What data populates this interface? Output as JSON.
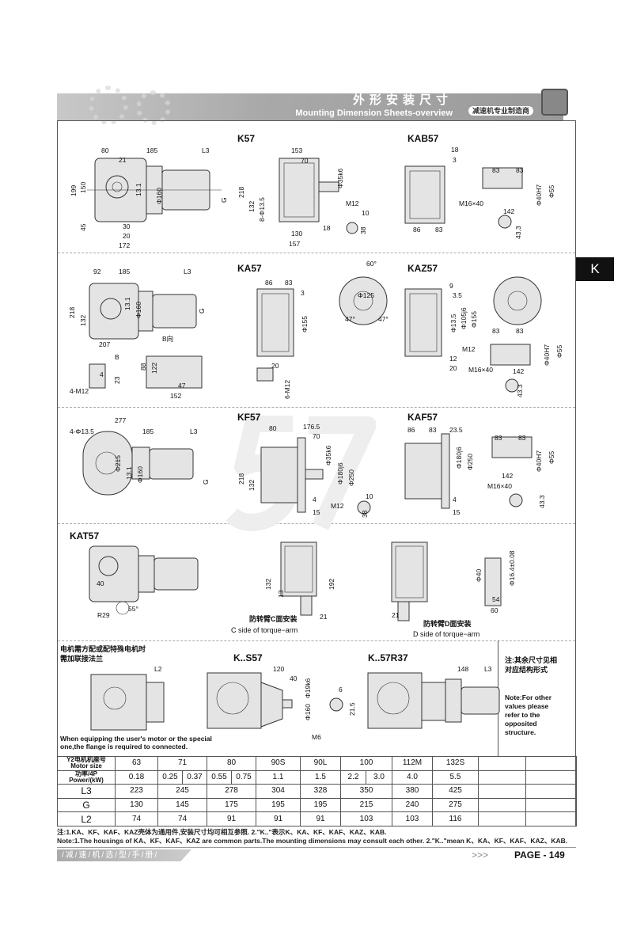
{
  "header": {
    "title_cn": "外形安装尺寸",
    "title_en": "Mounting Dimension Sheets-overview",
    "badge": "减速机专业制造商"
  },
  "side_tab": "K",
  "watermark": "57",
  "sections": {
    "k57": {
      "title": "K57",
      "dims": [
        "80",
        "21",
        "185",
        "L3",
        "199",
        "150",
        "45",
        "30",
        "20",
        "172",
        "13.1",
        "Φ160",
        "G",
        "153",
        "70",
        "218",
        "132",
        "8-Φ13.5",
        "Φ35k6",
        "M12",
        "130",
        "157",
        "18",
        "10",
        "38"
      ]
    },
    "kab57": {
      "title": "KAB57",
      "dims": [
        "18",
        "3",
        "83",
        "83",
        "Φ55",
        "Φ40H7",
        "M16×40",
        "142",
        "86",
        "83",
        "43.3"
      ]
    },
    "ka57": {
      "title": "KA57",
      "dims": [
        "92",
        "185",
        "L3",
        "218",
        "132",
        "207",
        "13.1",
        "Φ160",
        "G",
        "B向",
        "B",
        "122",
        "88",
        "4",
        "23",
        "4-M12",
        "47",
        "152",
        "86",
        "83",
        "3",
        "Φ155",
        "20",
        "6-M12"
      ]
    },
    "kaz57": {
      "title": "KAZ57",
      "dims": [
        "60°",
        "Φ125",
        "47°",
        "47°",
        "9",
        "3.5",
        "Φ105j6",
        "Φ155",
        "Φ13.5",
        "M12",
        "20",
        "12",
        "83",
        "83",
        "Φ55",
        "Φ40H7",
        "M16×40",
        "142",
        "43.3"
      ]
    },
    "kf57": {
      "title": "KF57",
      "dims": [
        "277",
        "4-Φ13.5",
        "185",
        "L3",
        "Φ215",
        "13.1",
        "Φ160",
        "G",
        "80",
        "176.5",
        "70",
        "218",
        "132",
        "Φ35k6",
        "Φ180j6",
        "Φ250",
        "4",
        "15",
        "M12",
        "10",
        "38"
      ]
    },
    "kaf57": {
      "title": "KAF57",
      "dims": [
        "86",
        "83",
        "23.5",
        "Φ180j6",
        "Φ250",
        "4",
        "15",
        "83",
        "83",
        "Φ55",
        "Φ40H7",
        "142",
        "M16×40",
        "43.3"
      ]
    },
    "kat57": {
      "title": "KAT57",
      "dims": [
        "40",
        "R29",
        "55°",
        "132",
        "13",
        "192",
        "21",
        "21",
        "Φ40",
        "Φ16.4±0.08",
        "54",
        "60"
      ],
      "c_side_cn": "防转臂C面安装",
      "c_side_en": "C side of torque−arm",
      "d_side_cn": "防转臂D面安装",
      "d_side_en": "D side of torque−arm"
    },
    "flange": {
      "text_cn": "电机需方配或配特殊电机时需加联接法兰",
      "dims": [
        "L2"
      ],
      "text_en": "When equipping the user's motor or the special one,the flange is required to connected."
    },
    "ks57": {
      "title": "K..S57",
      "dims": [
        "120",
        "40",
        "Φ19k6",
        "Φ160",
        "M6",
        "6",
        "21.5"
      ]
    },
    "k57r37": {
      "title": "K..57R37",
      "dims": [
        "148",
        "L3"
      ]
    },
    "side_note": {
      "cn": "注:其余尺寸见相对应结构形式",
      "en": "Note:For other values please refer to the opposited structure."
    }
  },
  "table": {
    "header_motor": [
      "Y2电机机座号",
      "Motor size"
    ],
    "header_power": [
      "功率/4P",
      "Power/(kW)"
    ],
    "motor_sizes": [
      "63",
      "71",
      "80",
      "90S",
      "90L",
      "100",
      "112M",
      "132S"
    ],
    "powers": [
      "0.18",
      "0.25",
      "0.37",
      "0.55",
      "0.75",
      "1.1",
      "1.5",
      "2.2",
      "3.0",
      "4.0",
      "5.5"
    ],
    "rows": [
      {
        "label": "L3",
        "values": [
          "223",
          "245",
          "278",
          "304",
          "328",
          "350",
          "380",
          "425"
        ]
      },
      {
        "label": "G",
        "values": [
          "130",
          "145",
          "175",
          "195",
          "195",
          "215",
          "240",
          "275"
        ]
      },
      {
        "label": "L2",
        "values": [
          "74",
          "74",
          "91",
          "91",
          "91",
          "103",
          "103",
          "116"
        ]
      }
    ]
  },
  "notes": {
    "cn": "注:1.KA、KF、KAF、KAZ壳体为通用件,安装尺寸均可相互参照.   2.\"K..\"表示K、KA、KF、KAF、KAZ、KAB.",
    "en": "Note:1.The housings of KA、KF、KAF、KAZ are common parts.The mounting dimensions may consult each other.  2.\"K..\"mean K、KA、KF、KAF、KAZ、KAB."
  },
  "footer": {
    "book": "/减/速/机/选/型/手/册/",
    "arrows": ">>>",
    "page": "PAGE - 149"
  }
}
